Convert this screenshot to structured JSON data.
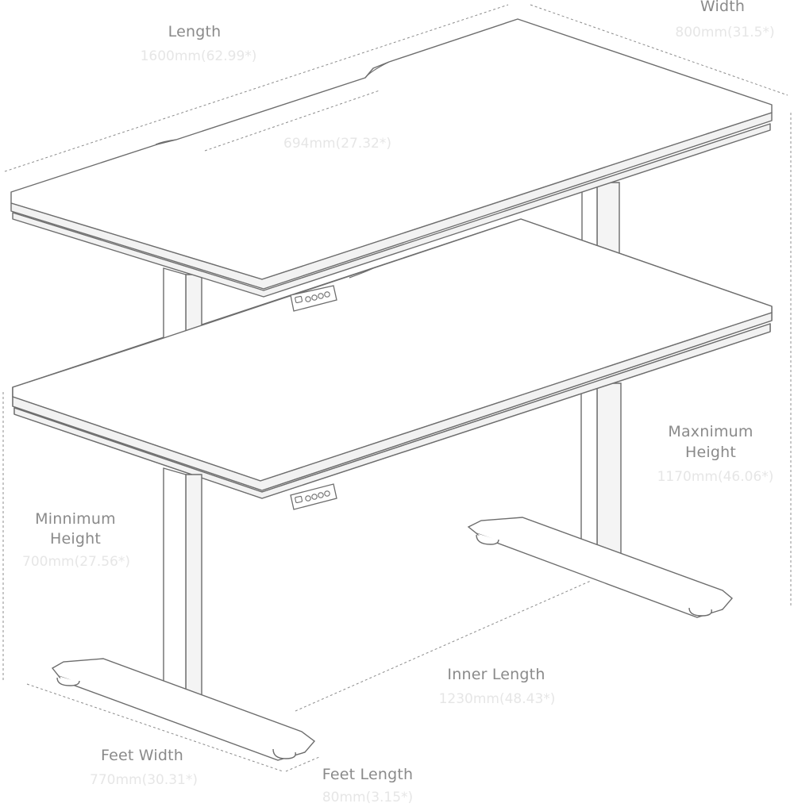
{
  "dimensions": {
    "length": {
      "label": "Length",
      "value": "1600mm(62.99*)"
    },
    "width": {
      "label": "Width",
      "value": "800mm(31.5*)"
    },
    "cutout": {
      "value": "694mm(27.32*)"
    },
    "max_height": {
      "label_line1": "Maxnimum",
      "label_line2": "Height",
      "value": "1170mm(46.06*)"
    },
    "min_height": {
      "label_line1": "Minnimum",
      "label_line2": "Height",
      "value": "700mm(27.56*)"
    },
    "inner_length": {
      "label": "Inner Length",
      "value": "1230mm(48.43*)"
    },
    "feet_width": {
      "label": "Feet Width",
      "value": "770mm(30.31*)"
    },
    "feet_length": {
      "label": "Feet Length",
      "value": "80mm(3.15*)"
    }
  },
  "colors": {
    "line": "#6d6d6d",
    "label": "#8a8a8a",
    "value": "#e6e6e6",
    "background": "#ffffff"
  },
  "icons": [
    "desk-controller-icon"
  ]
}
